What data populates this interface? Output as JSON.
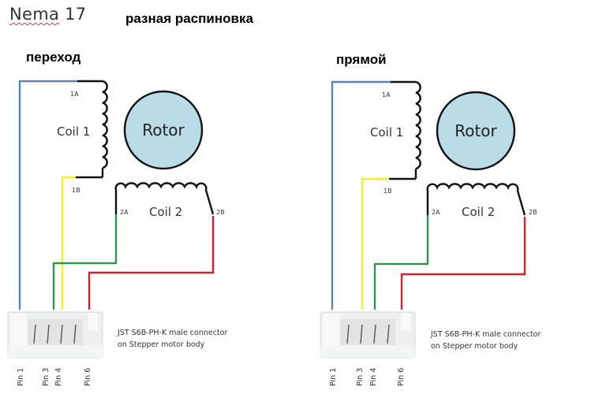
{
  "header": {
    "model_prefix": "Nema",
    "model_number": " 17",
    "title": "разная распиновка"
  },
  "colors": {
    "wire_1A": "#5b82b0",
    "wire_1B": "#f2ee2a",
    "wire_2A": "#2e9a4e",
    "wire_2B": "#d0222a",
    "coil": "#111111",
    "rotor_fill": "#b9dce6"
  },
  "diagrams": [
    {
      "variant_label": "переход",
      "coil1_label": "Coil 1",
      "coil2_label": "Coil 2",
      "rotor_label": "Rotor",
      "terminals": {
        "t1a": "1A",
        "t1b": "1B",
        "t2a": "2A",
        "t2b": "2B"
      },
      "connector_text_line1": "JST S6B-PH-K male connector",
      "connector_text_line2": "on Stepper motor body",
      "pins": [
        "Pin 1",
        "Pin 3",
        "Pin 4",
        "Pin 6"
      ],
      "wiring": {
        "Pin 1": "1A",
        "Pin 3": "2A",
        "Pin 4": "1B",
        "Pin 6": "2B"
      }
    },
    {
      "variant_label": "прямой",
      "coil1_label": "Coil 1",
      "coil2_label": "Coil 2",
      "rotor_label": "Rotor",
      "terminals": {
        "t1a": "1A",
        "t1b": "1B",
        "t2a": "2A",
        "t2b": "2B"
      },
      "connector_text_line1": "JST S6B-PH-K male connector",
      "connector_text_line2": "on Stepper motor body",
      "pins": [
        "Pin 1",
        "Pin 3",
        "Pin 4",
        "Pin 6"
      ],
      "wiring": {
        "Pin 1": "1A",
        "Pin 3": "1B",
        "Pin 4": "2A",
        "Pin 6": "2B"
      }
    }
  ]
}
